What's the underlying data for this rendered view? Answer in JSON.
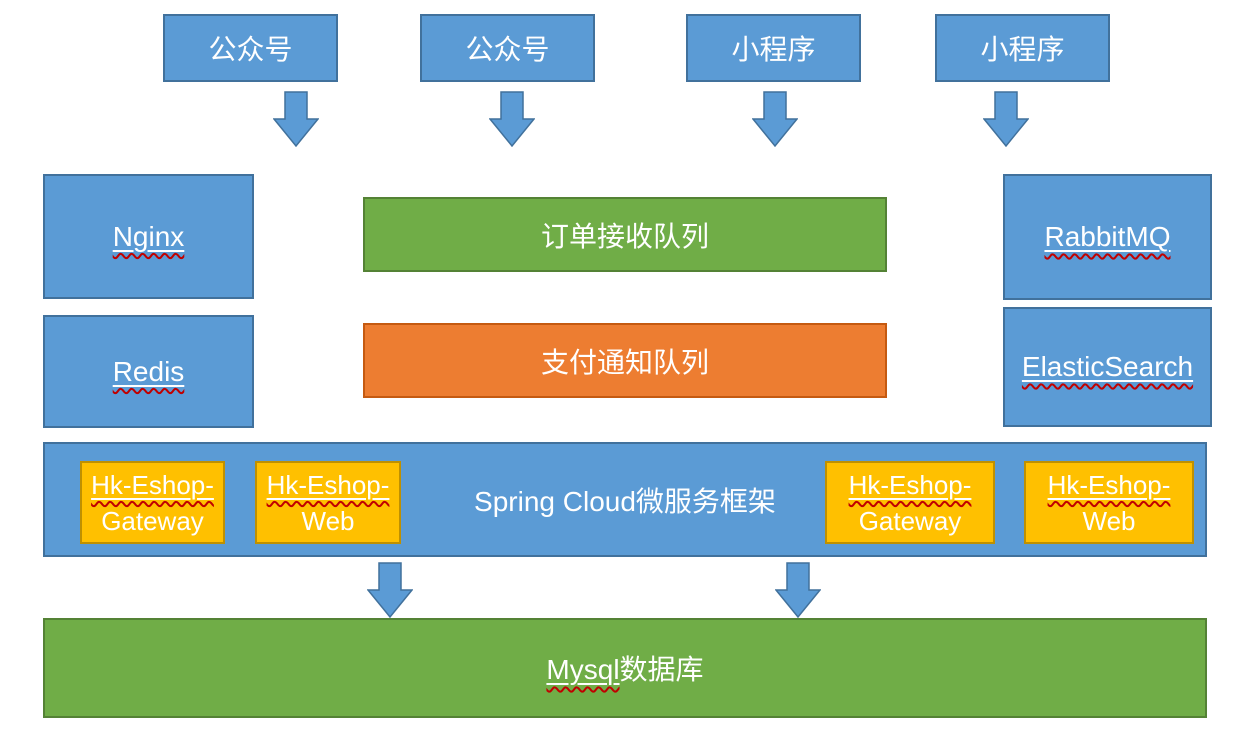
{
  "diagram": {
    "clients": [
      {
        "label": "公众号"
      },
      {
        "label": "公众号"
      },
      {
        "label": "小程序"
      },
      {
        "label": "小程序"
      }
    ],
    "infra_left": [
      {
        "label": "Nginx"
      },
      {
        "label": "Redis"
      }
    ],
    "queues": [
      {
        "label": "订单接收队列"
      },
      {
        "label": "支付通知队列"
      }
    ],
    "infra_right": [
      {
        "label": "RabbitMQ"
      },
      {
        "label": "ElasticSearch"
      }
    ],
    "framework": {
      "title": "Spring Cloud微服务框架",
      "services": [
        {
          "line1": "Hk-Eshop-",
          "line2": "Gateway"
        },
        {
          "line1": "Hk-Eshop-",
          "line2": "Web"
        },
        {
          "line1": "Hk-Eshop-",
          "line2": "Gateway"
        },
        {
          "line1": "Hk-Eshop-",
          "line2": "Web"
        }
      ]
    },
    "database": {
      "name": "Mysql",
      "suffix": "数据库"
    },
    "colors": {
      "box_blue": "#5b9bd5",
      "box_blue_border": "#41719c",
      "queue_green": "#70ad47",
      "queue_green_border": "#548235",
      "queue_orange": "#ed7d31",
      "queue_orange_border": "#c55a11",
      "service_yellow": "#ffc000",
      "service_yellow_border": "#bf9000",
      "arrow_blue": "#5b9bd5",
      "spellcheck_red": "#c00000",
      "label_text": "#ffffff"
    }
  }
}
